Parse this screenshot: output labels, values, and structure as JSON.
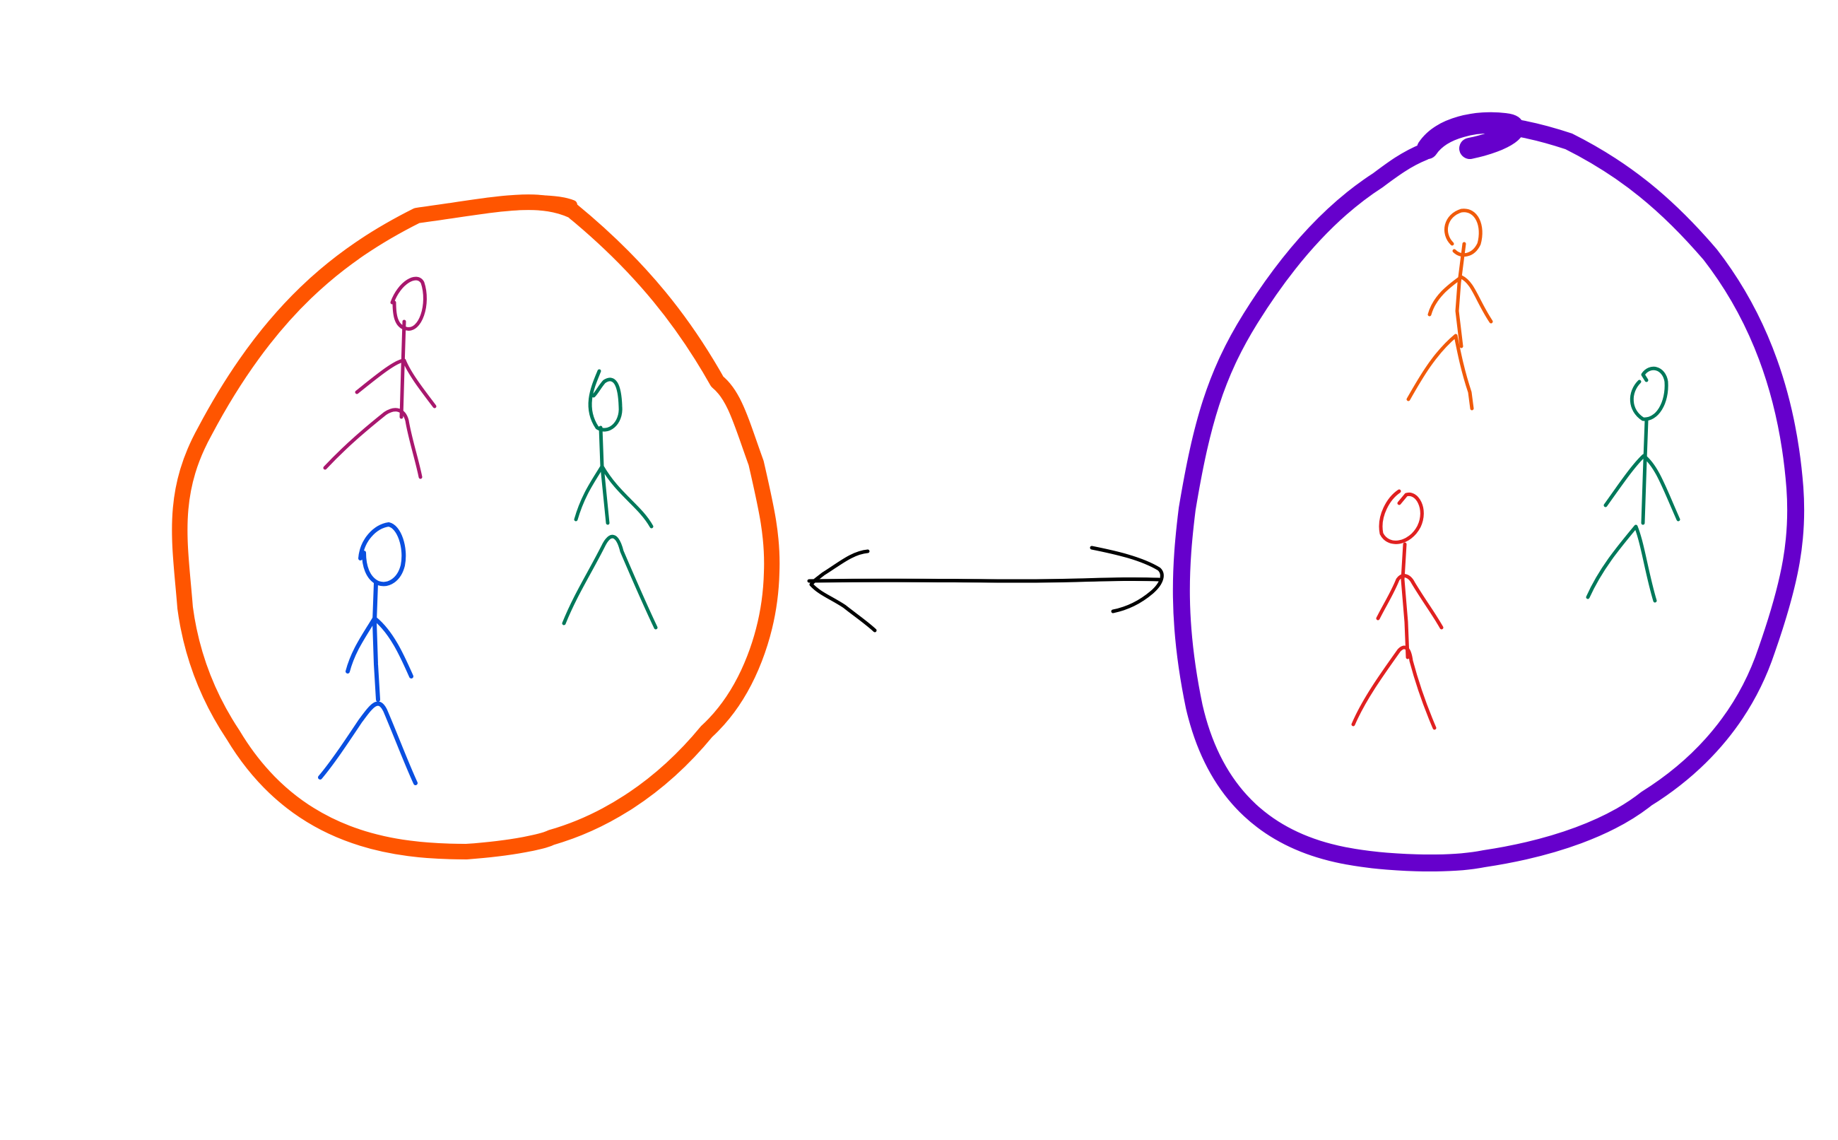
{
  "diagram": {
    "background": "#ffffff",
    "groups": [
      {
        "id": "left-group",
        "outline_color": "#FF5500",
        "people": [
          {
            "id": "left-person-magenta",
            "color": "#A8176E"
          },
          {
            "id": "left-person-green",
            "color": "#00785A"
          },
          {
            "id": "left-person-blue",
            "color": "#0A4FE0"
          }
        ]
      },
      {
        "id": "right-group",
        "outline_color": "#6600CC",
        "people": [
          {
            "id": "right-person-orange",
            "color": "#F05A0A"
          },
          {
            "id": "right-person-green",
            "color": "#00785A"
          },
          {
            "id": "right-person-red",
            "color": "#E02020"
          }
        ]
      }
    ],
    "connector": {
      "type": "double-headed-arrow",
      "color": "#000000"
    }
  }
}
